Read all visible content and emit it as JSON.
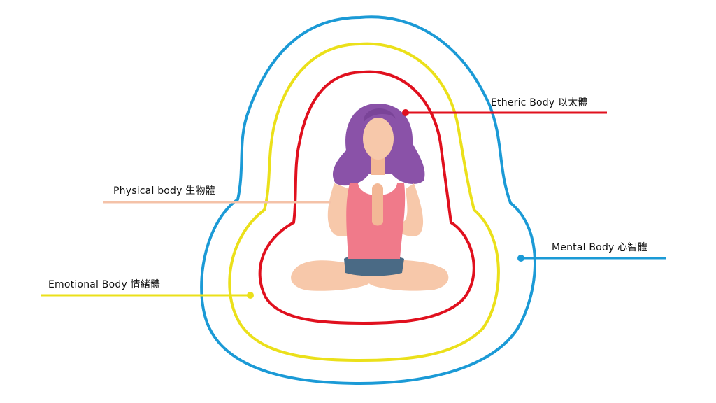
{
  "labels": {
    "etheric": "Etheric Body 以太體",
    "physical": "Physical body 生物體",
    "mental": "Mental Body 心智體",
    "emotional": "Emotional Body 情緒體"
  },
  "colors": {
    "etheric": "#e0101e",
    "emotional": "#ebe01a",
    "mental": "#1b9ad6",
    "physical": "#f4c2a8",
    "hair": "#8a52a8",
    "skin": "#f7c8aa",
    "top": "#f07a8a",
    "shorts": "#4a6a85"
  }
}
